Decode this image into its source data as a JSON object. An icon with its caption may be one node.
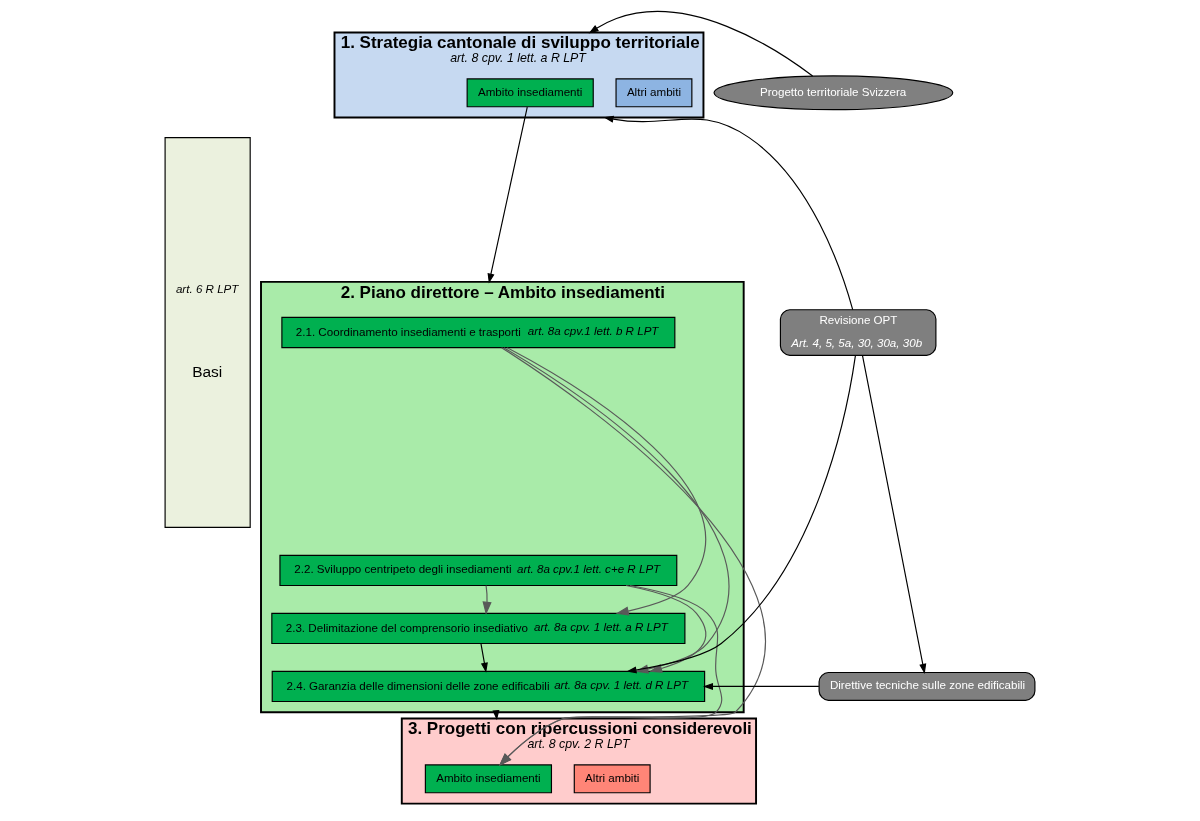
{
  "diagram": {
    "nodes": [
      {
        "text": [
          "art. 6 R LPT",
          "Basi"
        ]
      },
      {
        "text": [
          "1. Strategia cantonale di sviluppo territoriale",
          "art. 8 cpv. 1 lett. a R LPT"
        ]
      },
      {
        "text": [
          "Ambito insediamenti"
        ],
        "in": 1
      },
      {
        "text": [
          "Altri ambiti"
        ],
        "in": 1
      },
      {
        "text": [
          "Progetto territoriale Svizzera"
        ]
      },
      {
        "text": [
          "2. Piano direttore – Ambito insediamenti"
        ]
      },
      {
        "text": [
          "2.1. Coordinamento insediamenti e trasporti",
          "art. 8a cpv.1 lett. b R LPT"
        ],
        "in": 5
      },
      {
        "text": [
          "2.2. Sviluppo centripeto degli insediamenti",
          "art. 8a cpv.1 lett. c+e R LPT"
        ],
        "in": 5
      },
      {
        "text": [
          "2.3. Delimitazione del comprensorio insediativo",
          "art. 8a cpv. 1 lett. a R LPT"
        ],
        "in": 5
      },
      {
        "text": [
          "2.4. Garanzia delle dimensioni delle zone edificabili",
          "art. 8a cpv. 1 lett. d R LPT"
        ],
        "in": 5
      },
      {
        "text": [
          "Revisione OPT",
          "Art. 4, 5, 5a, 30, 30a, 30b"
        ]
      },
      {
        "text": [
          "Direttive tecniche sulle zone edificabili"
        ]
      },
      {
        "text": [
          "3. Progetti con ripercussioni considerevoli",
          "art. 8 cpv. 2 R LPT"
        ]
      },
      {
        "text": [
          "Ambito insediamenti"
        ],
        "in": 12
      },
      {
        "text": [
          "Altri ambiti"
        ],
        "in": 12
      }
    ],
    "edges": [
      {
        "from": 2,
        "to": 5,
        "arrow": "to"
      },
      {
        "from": 4,
        "to": 1,
        "arrow": "to"
      },
      {
        "from": 10,
        "to": 1,
        "arrow": "to"
      },
      {
        "from": 10,
        "to": 9,
        "arrow": "to"
      },
      {
        "from": 10,
        "to": 11,
        "arrow": "to"
      },
      {
        "from": 11,
        "to": 9,
        "arrow": "to"
      },
      {
        "from": 8,
        "to": 9,
        "arrow": "to"
      },
      {
        "from": 5,
        "to": 12,
        "arrow": "to"
      },
      {
        "from": 6,
        "to": 8,
        "arrow": "to",
        "color": "#595959"
      },
      {
        "from": 6,
        "to": 9,
        "arrow": "to",
        "color": "#595959"
      },
      {
        "from": 6,
        "to": 13,
        "arrow": "to",
        "color": "#595959"
      },
      {
        "from": 7,
        "to": 8,
        "arrow": "to",
        "color": "#595959"
      },
      {
        "from": 7,
        "to": 9,
        "arrow": "to",
        "color": "#595959"
      },
      {
        "from": 7,
        "to": 13,
        "arrow": "to",
        "color": "#595959"
      }
    ]
  }
}
